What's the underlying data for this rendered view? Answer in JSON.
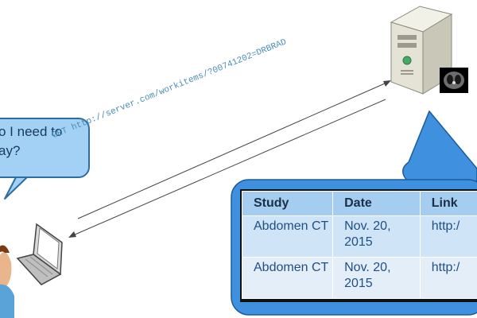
{
  "bubble_question": {
    "line1": "o I need to",
    "line2": "ay?"
  },
  "request": {
    "label": "GET http://server.com/workitems/?00741202=DRBRAD"
  },
  "worklist_table": {
    "headers": [
      "Study",
      "Date",
      "Link"
    ],
    "rows": [
      {
        "study": "Abdomen CT",
        "date": "Nov. 20, 2015",
        "link": "http:/"
      },
      {
        "study": "Abdomen CT",
        "date": "Nov. 20, 2015",
        "link": "http:/"
      }
    ]
  },
  "colors": {
    "bubble_fill": "#a3d1f5",
    "bubble_border": "#2d6ea1",
    "table_header": "#a5cdf0",
    "table_cell": "#cfe4f6",
    "text_blue": "#1e4f86"
  },
  "icons": {
    "server": "server-icon",
    "ct_scan": "ct-scan-icon",
    "laptop": "laptop-icon",
    "person": "person-icon"
  }
}
